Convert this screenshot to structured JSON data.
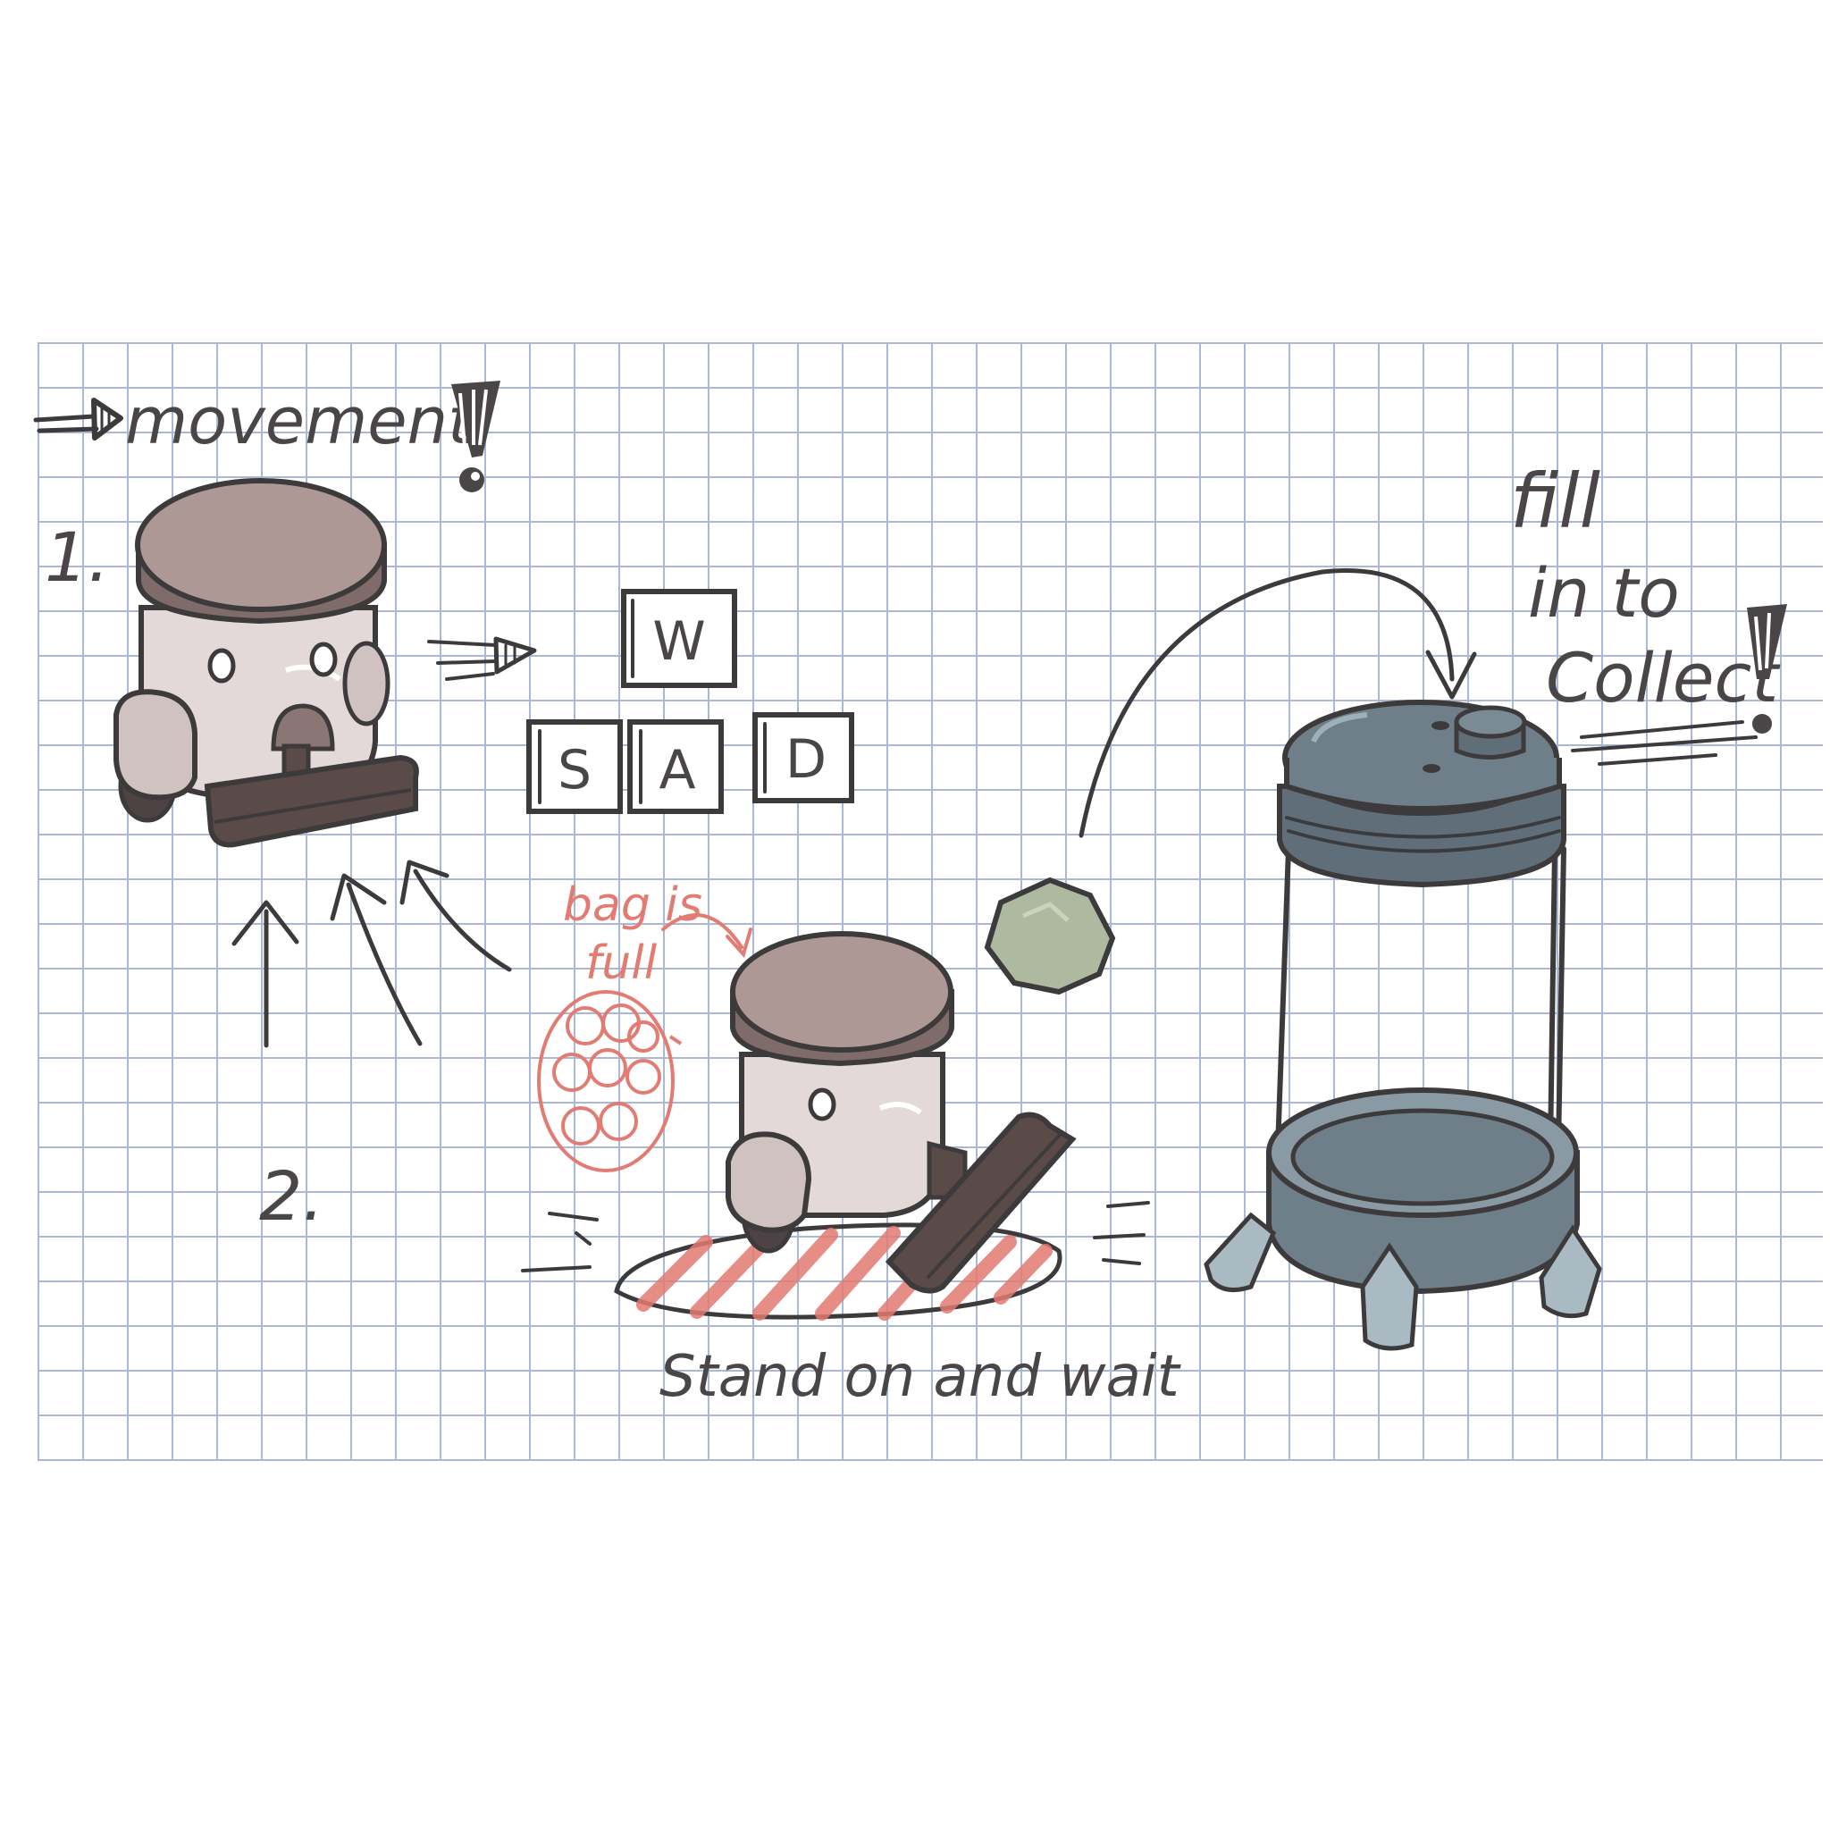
{
  "labels": {
    "movement": "movement",
    "step1": "1.",
    "step2": "2.",
    "bag_full_line1": "bag is",
    "bag_full_line2": "full",
    "stand_wait": "Stand on and wait",
    "fill_line1": "fill",
    "fill_line2": "in to",
    "fill_line3": "Collect"
  },
  "keys": [
    "W",
    "S",
    "A",
    "D"
  ],
  "colors": {
    "robot_top": "#ad9896",
    "robot_rim": "#7f6c6a",
    "robot_body": "#e3d9d8",
    "nozzle": "#5a4a48",
    "canister": "#6f7f89",
    "rock": "#aebaa0",
    "marker_red": "#e27b72",
    "grid": "#a9b8d6",
    "ink": "#3d3a3c"
  },
  "icons": [
    "arrow-right-icon",
    "arrow-down-icon",
    "arrow-up-icon",
    "exclamation-icon",
    "bag-icon"
  ]
}
